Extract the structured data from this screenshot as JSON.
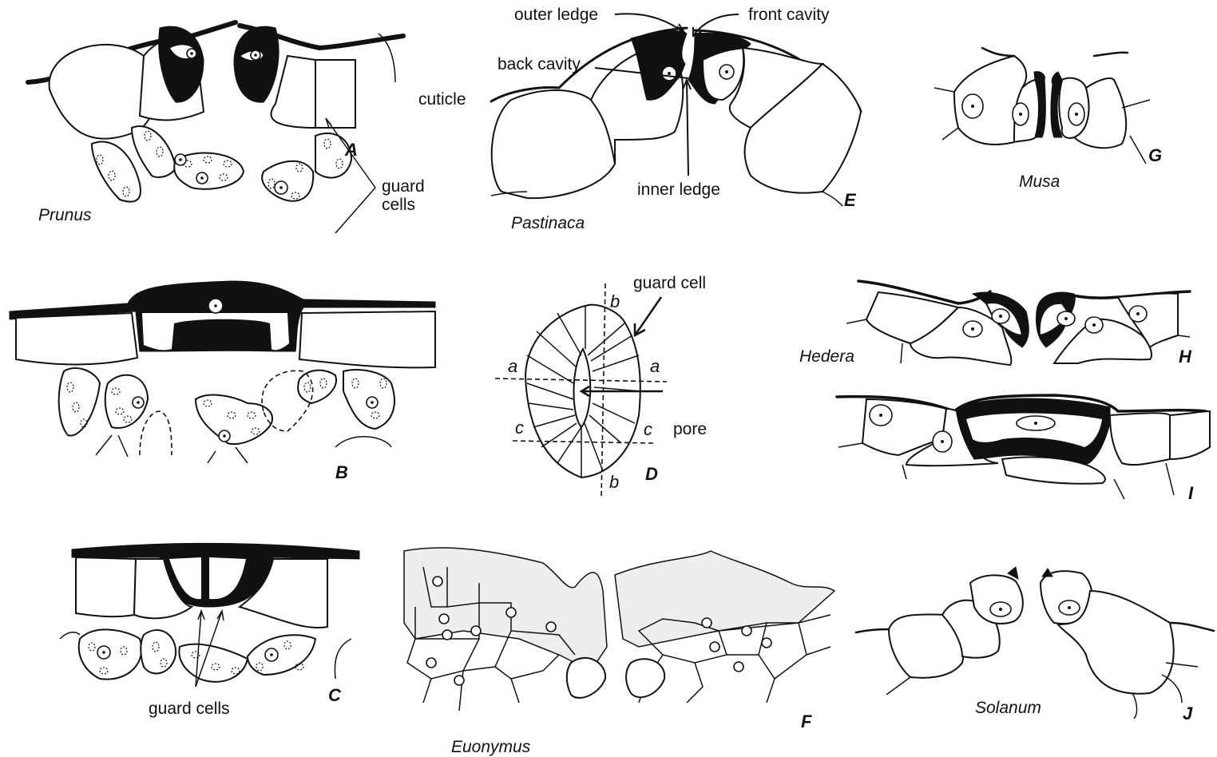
{
  "figure": {
    "panels": [
      {
        "id": "A",
        "genus": "Prunus",
        "annotations": [
          "cuticle",
          "guard cells"
        ]
      },
      {
        "id": "B",
        "genus": "",
        "annotations": []
      },
      {
        "id": "C",
        "genus": "",
        "annotations": [
          "guard cells"
        ]
      },
      {
        "id": "D",
        "genus": "",
        "annotations": [
          "guard cell",
          "pore"
        ],
        "axes": [
          "a",
          "a",
          "b",
          "b",
          "c",
          "c"
        ]
      },
      {
        "id": "E",
        "genus": "Pastinaca",
        "annotations": [
          "outer ledge",
          "front cavity",
          "back cavity",
          "inner ledge"
        ]
      },
      {
        "id": "F",
        "genus": "Euonymus",
        "annotations": []
      },
      {
        "id": "G",
        "genus": "Musa",
        "annotations": []
      },
      {
        "id": "H",
        "genus": "Hedera",
        "annotations": []
      },
      {
        "id": "I",
        "genus": "",
        "annotations": []
      },
      {
        "id": "J",
        "genus": "Solanum",
        "annotations": []
      }
    ]
  },
  "labels": {
    "cuticle": "cuticle",
    "guard_cells": "guard\ncells",
    "guard_cells_c": "guard cells",
    "guard_cell": "guard cell",
    "pore": "pore",
    "outer_ledge": "outer ledge",
    "front_cavity": "front cavity",
    "back_cavity": "back cavity",
    "inner_ledge": "inner ledge",
    "axis_a": "a",
    "axis_b": "b",
    "axis_c": "c"
  },
  "genera": {
    "prunus": "Prunus",
    "pastinaca": "Pastinaca",
    "musa": "Musa",
    "hedera": "Hedera",
    "euonymus": "Euonymus",
    "solanum": "Solanum"
  },
  "panel_letters": {
    "A": "A",
    "B": "B",
    "C": "C",
    "D": "D",
    "E": "E",
    "F": "F",
    "G": "G",
    "H": "H",
    "I": "I",
    "J": "J"
  }
}
